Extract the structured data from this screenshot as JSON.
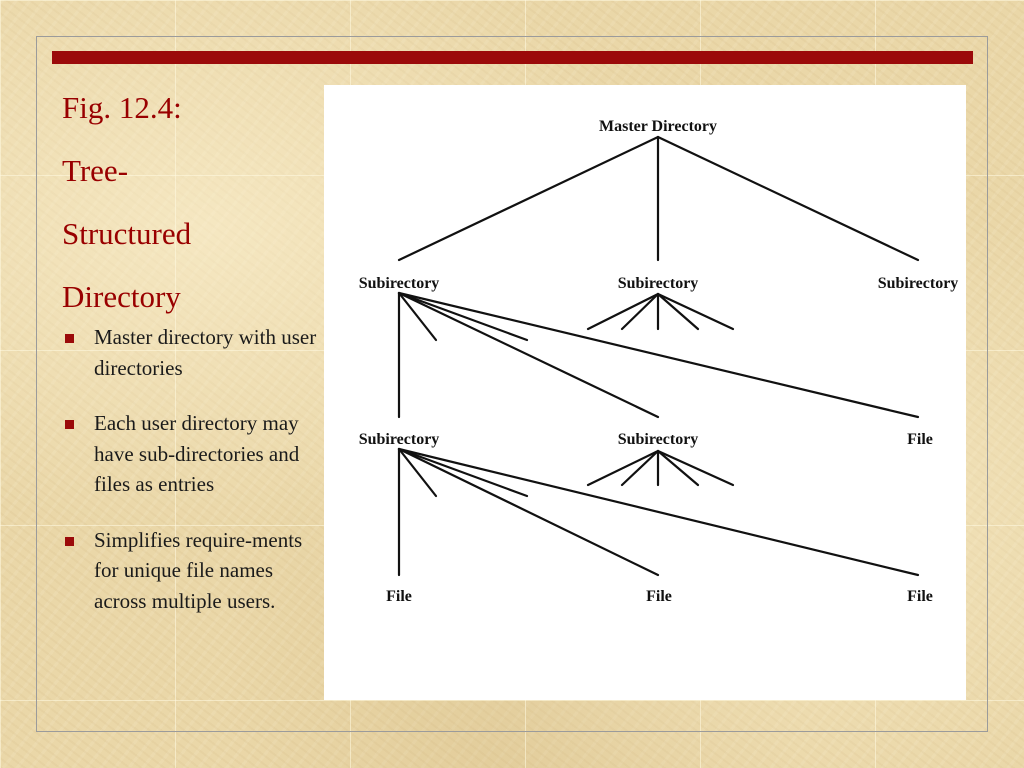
{
  "slide": {
    "title_lines": [
      "Fig. 12.4:",
      "Tree-",
      "Structured",
      "Directory"
    ],
    "bullets": [
      "Master directory with user directories",
      "Each user directory may have sub-directories and files as entries",
      "Simplifies require-ments for unique file names across multiple users."
    ]
  },
  "diagram": {
    "nodes": {
      "master": "Master Directory",
      "sub_left": "Subirectory",
      "sub_mid": "Subirectory",
      "sub_right": "Subirectory",
      "sub_l2_left": "Subirectory",
      "sub_l2_mid": "Subirectory",
      "file_l2_right": "File",
      "file_l3_left": "File",
      "file_l3_mid": "File",
      "file_l3_right": "File"
    }
  },
  "colors": {
    "accent_bar": "#9b0a0a",
    "title_text": "#990000",
    "body_text": "#1a1a1a"
  }
}
